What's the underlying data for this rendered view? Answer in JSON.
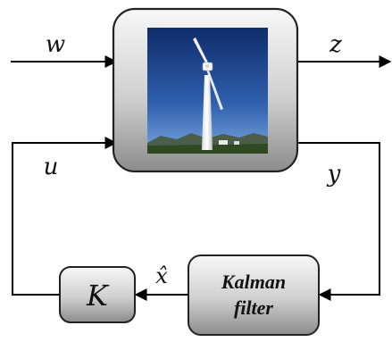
{
  "labels": {
    "w": "w",
    "z": "z",
    "u": "u",
    "y": "y",
    "xhat": "x̂"
  },
  "blocks": {
    "plant": {
      "image": "wind-turbine-photo"
    },
    "controller": {
      "label": "K"
    },
    "estimator": {
      "line1": "Kalman",
      "line2": "filter"
    }
  },
  "colors": {
    "block_fill_light": "#f2f2f2",
    "block_fill_dark": "#8c8c8c",
    "block_stroke": "#222222",
    "wire": "#000000",
    "sky_top": "#102c6a",
    "sky_bottom": "#5a8bd3",
    "ground": "#2f4a22"
  }
}
